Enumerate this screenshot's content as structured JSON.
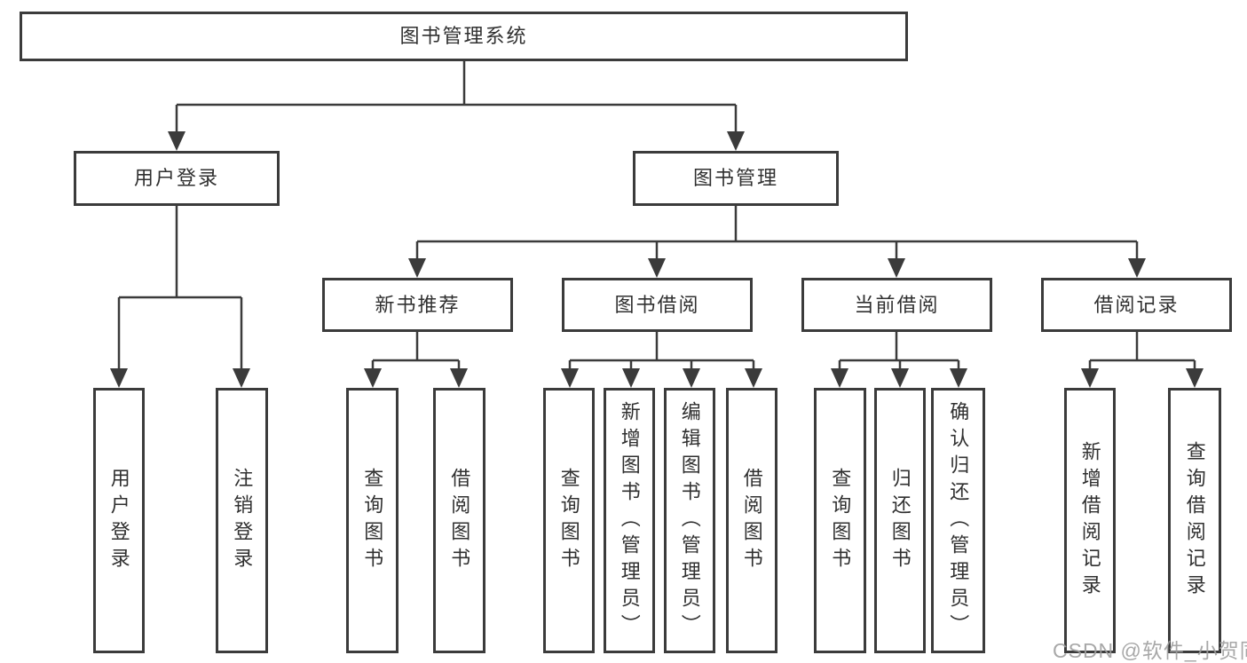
{
  "diagram_type": "hierarchy-tree",
  "colors": {
    "line": "#3b3b3b",
    "box_border": "#3b3b3b",
    "text": "#303030",
    "background": "#ffffff",
    "watermark": "#9e9e9e"
  },
  "tree": {
    "root": {
      "label": "图书管理系统",
      "children": [
        {
          "label": "用户登录",
          "children": [
            {
              "label": "用户登录"
            },
            {
              "label": "注销登录"
            }
          ]
        },
        {
          "label": "图书管理",
          "children": [
            {
              "label": "新书推荐",
              "children": [
                {
                  "label": "查询图书"
                },
                {
                  "label": "借阅图书"
                }
              ]
            },
            {
              "label": "图书借阅",
              "children": [
                {
                  "label": "查询图书"
                },
                {
                  "label": "新增图书（管理员）"
                },
                {
                  "label": "编辑图书（管理员）"
                },
                {
                  "label": "借阅图书"
                }
              ]
            },
            {
              "label": "当前借阅",
              "children": [
                {
                  "label": "查询图书"
                },
                {
                  "label": "归还图书"
                },
                {
                  "label": "确认归还（管理员）"
                }
              ]
            },
            {
              "label": "借阅记录",
              "children": [
                {
                  "label": "新增借阅记录"
                },
                {
                  "label": "查询借阅记录"
                }
              ]
            }
          ]
        }
      ]
    }
  },
  "watermark": {
    "text": "CSDN @软件_小贺同学"
  }
}
